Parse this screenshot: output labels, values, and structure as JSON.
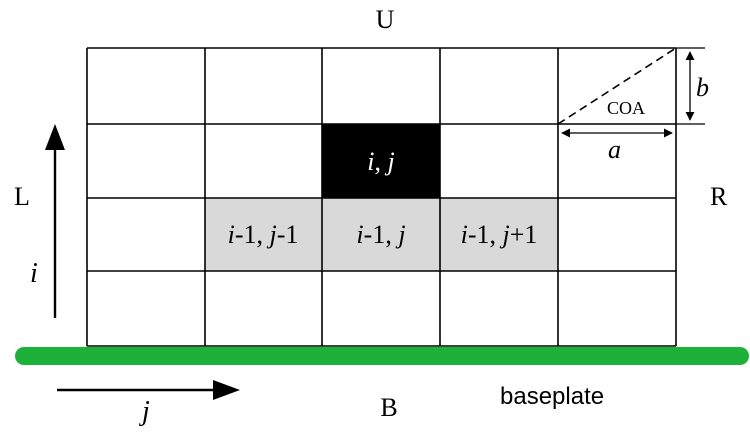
{
  "colors": {
    "grid_line": "#000000",
    "current_cell": "#000000",
    "neighbor_cell": "#d9d9d9",
    "baseplate": "#1db13a",
    "background": "#ffffff"
  },
  "sides": {
    "top": "U",
    "bottom": "B",
    "left": "L",
    "right": "R"
  },
  "grid": {
    "rows": 4,
    "cols": 5,
    "current_cell": {
      "i": "i",
      "sep": ", ",
      "j": "j"
    },
    "neighbors": [
      {
        "i": "i",
        "i_off": "-1",
        "sep": ", ",
        "j": "j",
        "j_off": "-1"
      },
      {
        "i": "i",
        "i_off": "-1",
        "sep": ", ",
        "j": "j",
        "j_off": ""
      },
      {
        "i": "i",
        "i_off": "-1",
        "sep": ", ",
        "j": "j",
        "j_off": "+1"
      }
    ]
  },
  "coa": {
    "label": "COA",
    "width_label": "a",
    "height_label": "b"
  },
  "axes": {
    "vertical_label": "i",
    "horizontal_label": "j"
  },
  "baseplate_label": "baseplate"
}
